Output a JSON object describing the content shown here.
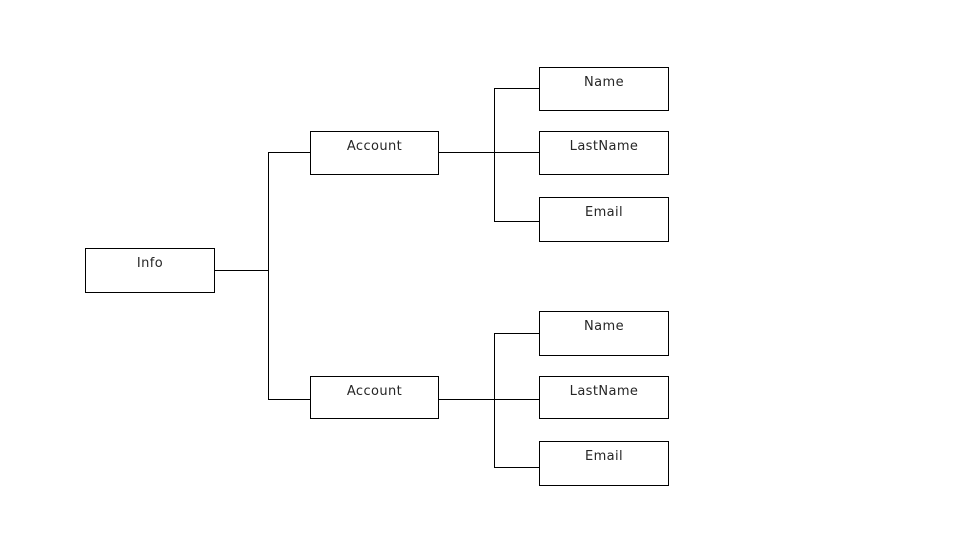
{
  "canvas": {
    "background": "#ffffff",
    "line_color": "#000000",
    "box_fill": "#ffffff",
    "box_border_color": "#000000",
    "text_color": "#262626"
  },
  "diagram": {
    "type": "horizontal-tree",
    "nodes": {
      "info": {
        "label": "Info"
      },
      "account1": {
        "label": "Account"
      },
      "account2": {
        "label": "Account"
      },
      "name1": {
        "label": "Name"
      },
      "lastname1": {
        "label": "LastName"
      },
      "email1": {
        "label": "Email"
      },
      "name2": {
        "label": "Name"
      },
      "lastname2": {
        "label": "LastName"
      },
      "email2": {
        "label": "Email"
      }
    },
    "edges": [
      [
        "info",
        "account1"
      ],
      [
        "info",
        "account2"
      ],
      [
        "account1",
        "name1"
      ],
      [
        "account1",
        "lastname1"
      ],
      [
        "account1",
        "email1"
      ],
      [
        "account2",
        "name2"
      ],
      [
        "account2",
        "lastname2"
      ],
      [
        "account2",
        "email2"
      ]
    ]
  }
}
